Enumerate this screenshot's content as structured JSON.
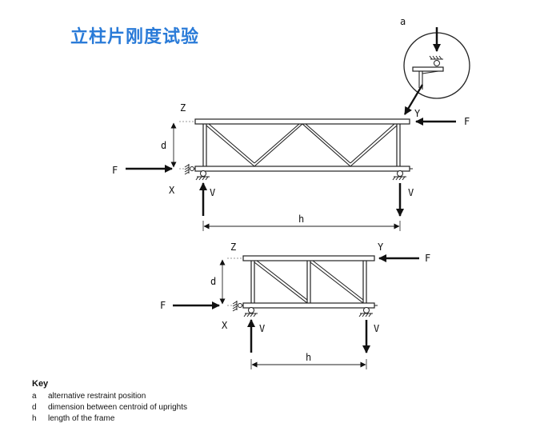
{
  "title": "立柱片刚度试验",
  "labels": {
    "a": "a",
    "z": "Z",
    "y": "Y",
    "x": "X",
    "f": "F",
    "v": "V",
    "d": "d",
    "h": "h"
  },
  "key": {
    "title": "Key",
    "items": [
      {
        "letter": "a",
        "text": "alternative restraint position"
      },
      {
        "letter": "d",
        "text": "dimension between centroid of uprights"
      },
      {
        "letter": "h",
        "text": "length of the frame"
      }
    ]
  }
}
